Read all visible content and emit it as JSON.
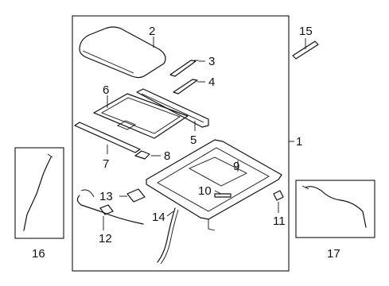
{
  "diagram": {
    "callouts": [
      {
        "id": "1",
        "text": "1"
      },
      {
        "id": "2",
        "text": "2"
      },
      {
        "id": "3",
        "text": "3"
      },
      {
        "id": "4",
        "text": "4"
      },
      {
        "id": "5",
        "text": "5"
      },
      {
        "id": "6",
        "text": "6"
      },
      {
        "id": "7",
        "text": "7"
      },
      {
        "id": "8",
        "text": "8"
      },
      {
        "id": "9",
        "text": "9"
      },
      {
        "id": "10",
        "text": "10"
      },
      {
        "id": "11",
        "text": "11"
      },
      {
        "id": "12",
        "text": "12"
      },
      {
        "id": "13",
        "text": "13"
      },
      {
        "id": "14",
        "text": "14"
      },
      {
        "id": "15",
        "text": "15"
      },
      {
        "id": "16",
        "text": "16"
      },
      {
        "id": "17",
        "text": "17"
      }
    ]
  }
}
